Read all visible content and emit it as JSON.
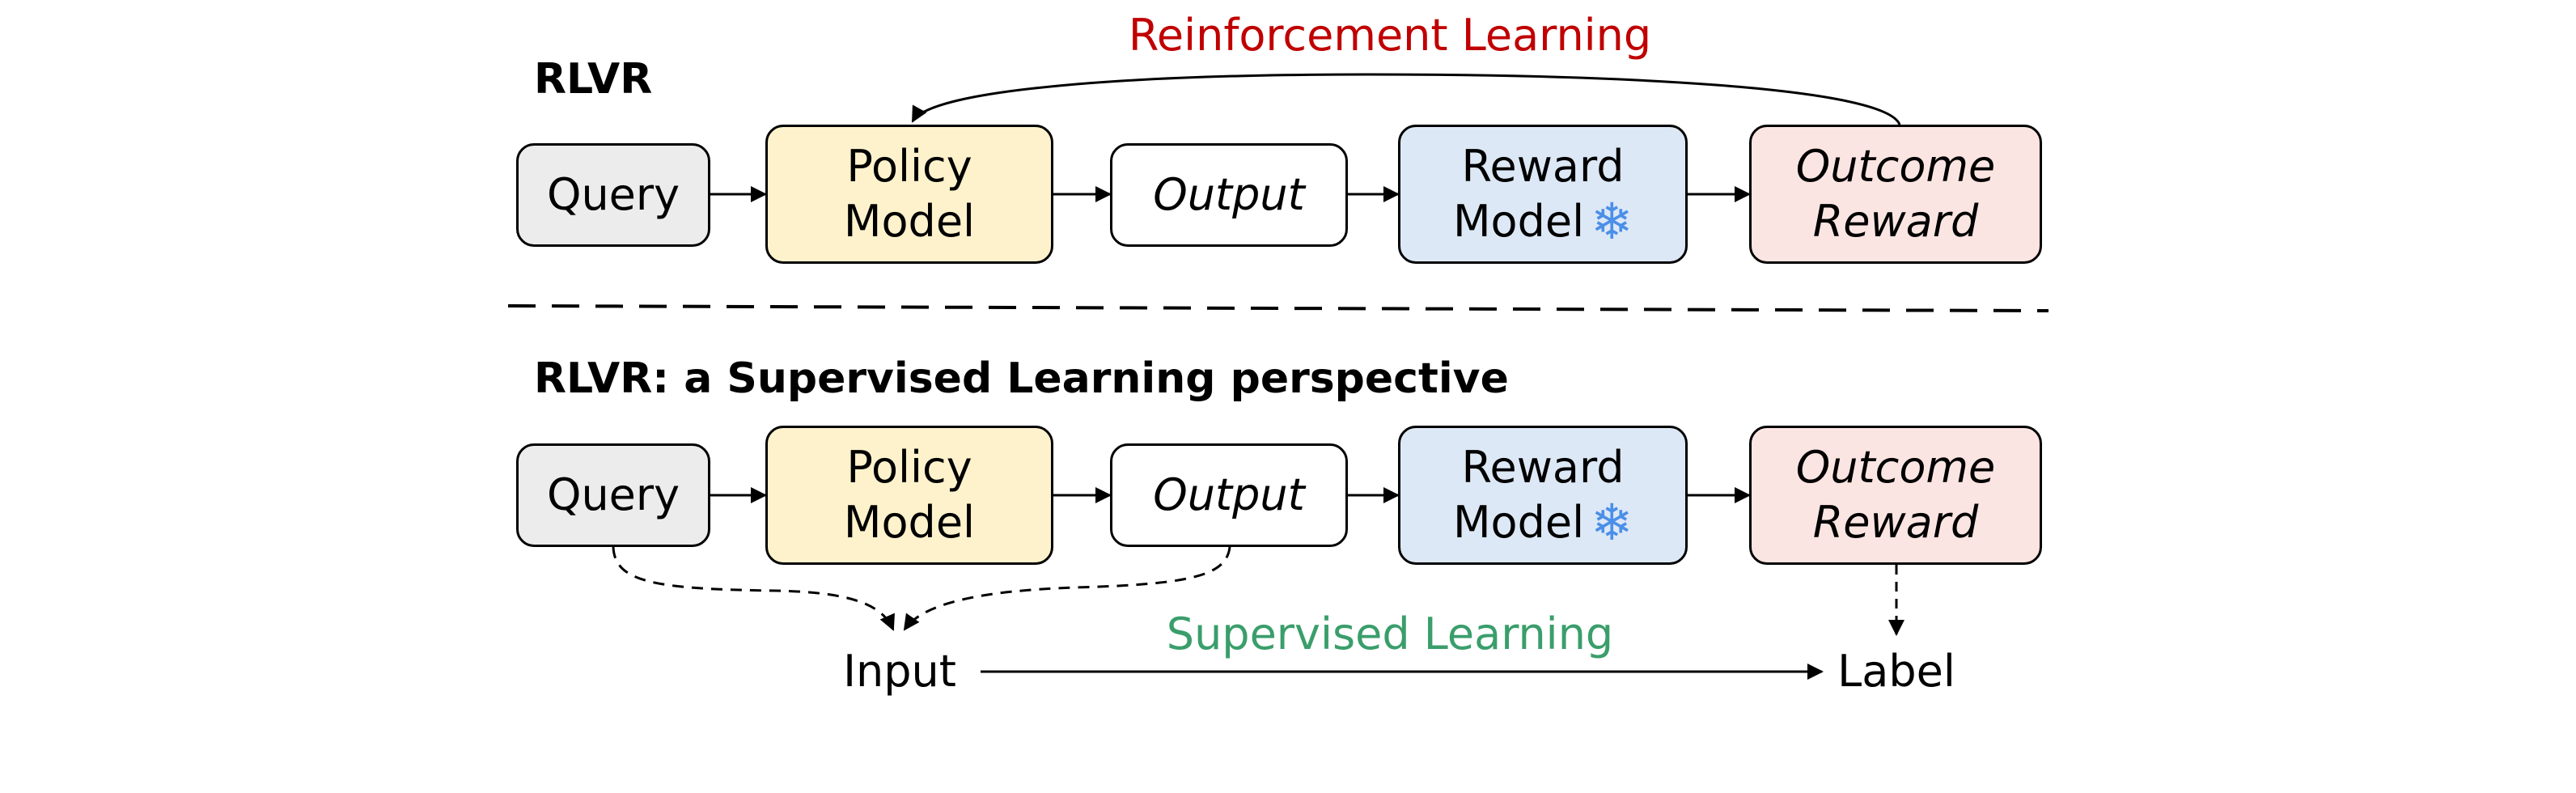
{
  "colors": {
    "query_fill": "#ececec",
    "policy_fill": "#fdf2cc",
    "output_fill": "#ffffff",
    "reward_fill": "#dde8f6",
    "outcome_fill": "#fbe5e2",
    "rl_label": "#c00000",
    "sl_label": "#3a9e6b",
    "snowflake": "#4b8fe8"
  },
  "top": {
    "title": "RLVR",
    "loop_label": "Reinforcement Learning",
    "nodes": {
      "query": "Query",
      "policy_line1": "Policy",
      "policy_line2": "Model",
      "output": "Output",
      "reward_line1": "Reward",
      "reward_line2": "Model",
      "outcome_line1": "Outcome",
      "outcome_line2": "Reward"
    }
  },
  "bottom": {
    "title": "RLVR: a Supervised Learning perspective",
    "nodes": {
      "query": "Query",
      "policy_line1": "Policy",
      "policy_line2": "Model",
      "output": "Output",
      "reward_line1": "Reward",
      "reward_line2": "Model",
      "outcome_line1": "Outcome",
      "outcome_line2": "Reward"
    },
    "input_label": "Input",
    "label_label": "Label",
    "sl_label": "Supervised Learning"
  },
  "icons": {
    "snowflake": "snowflake-icon"
  }
}
